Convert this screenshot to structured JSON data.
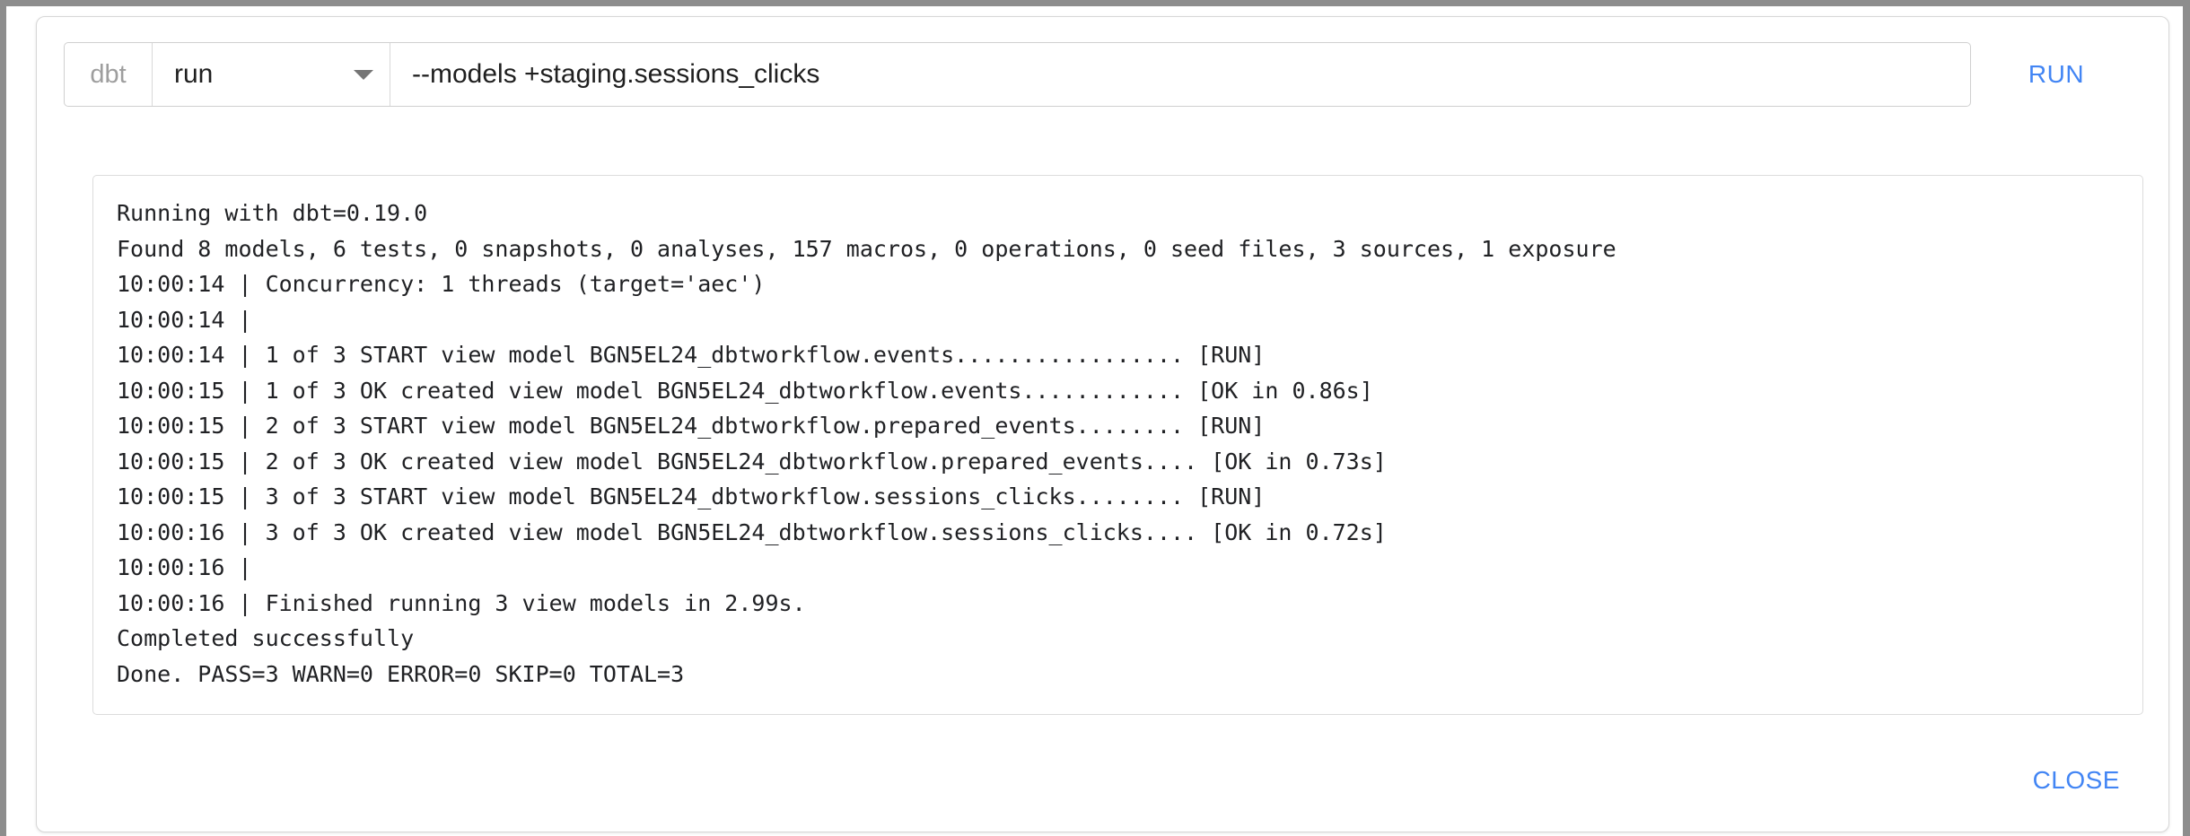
{
  "dialog": {
    "command_bar": {
      "prefix_label": "dbt",
      "command_selected": "run",
      "command_options": [
        "run"
      ],
      "chevron_icon": "chevron-down-icon",
      "args_value": "--models +staging.sessions_clicks",
      "args_placeholder": "",
      "run_label": "RUN"
    },
    "footer": {
      "close_label": "CLOSE"
    },
    "colors": {
      "action_link": "#4285f4",
      "border": "#dcdcdc",
      "text": "#202124",
      "muted_text": "#9e9e9e"
    },
    "log": {
      "lines": [
        "Running with dbt=0.19.0",
        "Found 8 models, 6 tests, 0 snapshots, 0 analyses, 157 macros, 0 operations, 0 seed files, 3 sources, 1 exposure",
        "10:00:14 | Concurrency: 1 threads (target='aec')",
        "10:00:14 |",
        "10:00:14 | 1 of 3 START view model BGN5EL24_dbtworkflow.events................. [RUN]",
        "10:00:15 | 1 of 3 OK created view model BGN5EL24_dbtworkflow.events............ [OK in 0.86s]",
        "10:00:15 | 2 of 3 START view model BGN5EL24_dbtworkflow.prepared_events........ [RUN]",
        "10:00:15 | 2 of 3 OK created view model BGN5EL24_dbtworkflow.prepared_events.... [OK in 0.73s]",
        "10:00:15 | 3 of 3 START view model BGN5EL24_dbtworkflow.sessions_clicks........ [RUN]",
        "10:00:16 | 3 of 3 OK created view model BGN5EL24_dbtworkflow.sessions_clicks.... [OK in 0.72s]",
        "10:00:16 |",
        "10:00:16 | Finished running 3 view models in 2.99s.",
        "Completed successfully",
        "Done. PASS=3 WARN=0 ERROR=0 SKIP=0 TOTAL=3"
      ]
    }
  }
}
